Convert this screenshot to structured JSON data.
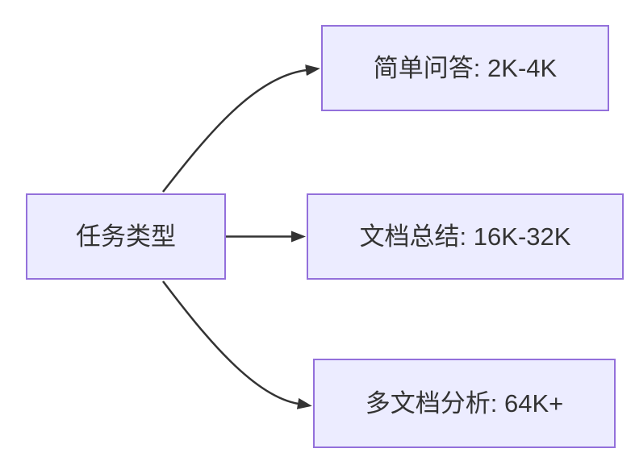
{
  "diagram": {
    "type": "flowchart",
    "direction": "left-to-right",
    "root": {
      "label": "任务类型"
    },
    "branches": [
      {
        "label": "简单问答: 2K-4K"
      },
      {
        "label": "文档总结: 16K-32K"
      },
      {
        "label": "多文档分析: 64K+"
      }
    ],
    "edges": [
      {
        "from": "任务类型",
        "to": "简单问答: 2K-4K"
      },
      {
        "from": "任务类型",
        "to": "文档总结: 16K-32K"
      },
      {
        "from": "任务类型",
        "to": "多文档分析: 64K+"
      }
    ]
  },
  "colors": {
    "background": "#ffffff",
    "node_fill": "#ececff",
    "node_border": "#9370db",
    "edge": "#333333",
    "text": "#333333"
  }
}
